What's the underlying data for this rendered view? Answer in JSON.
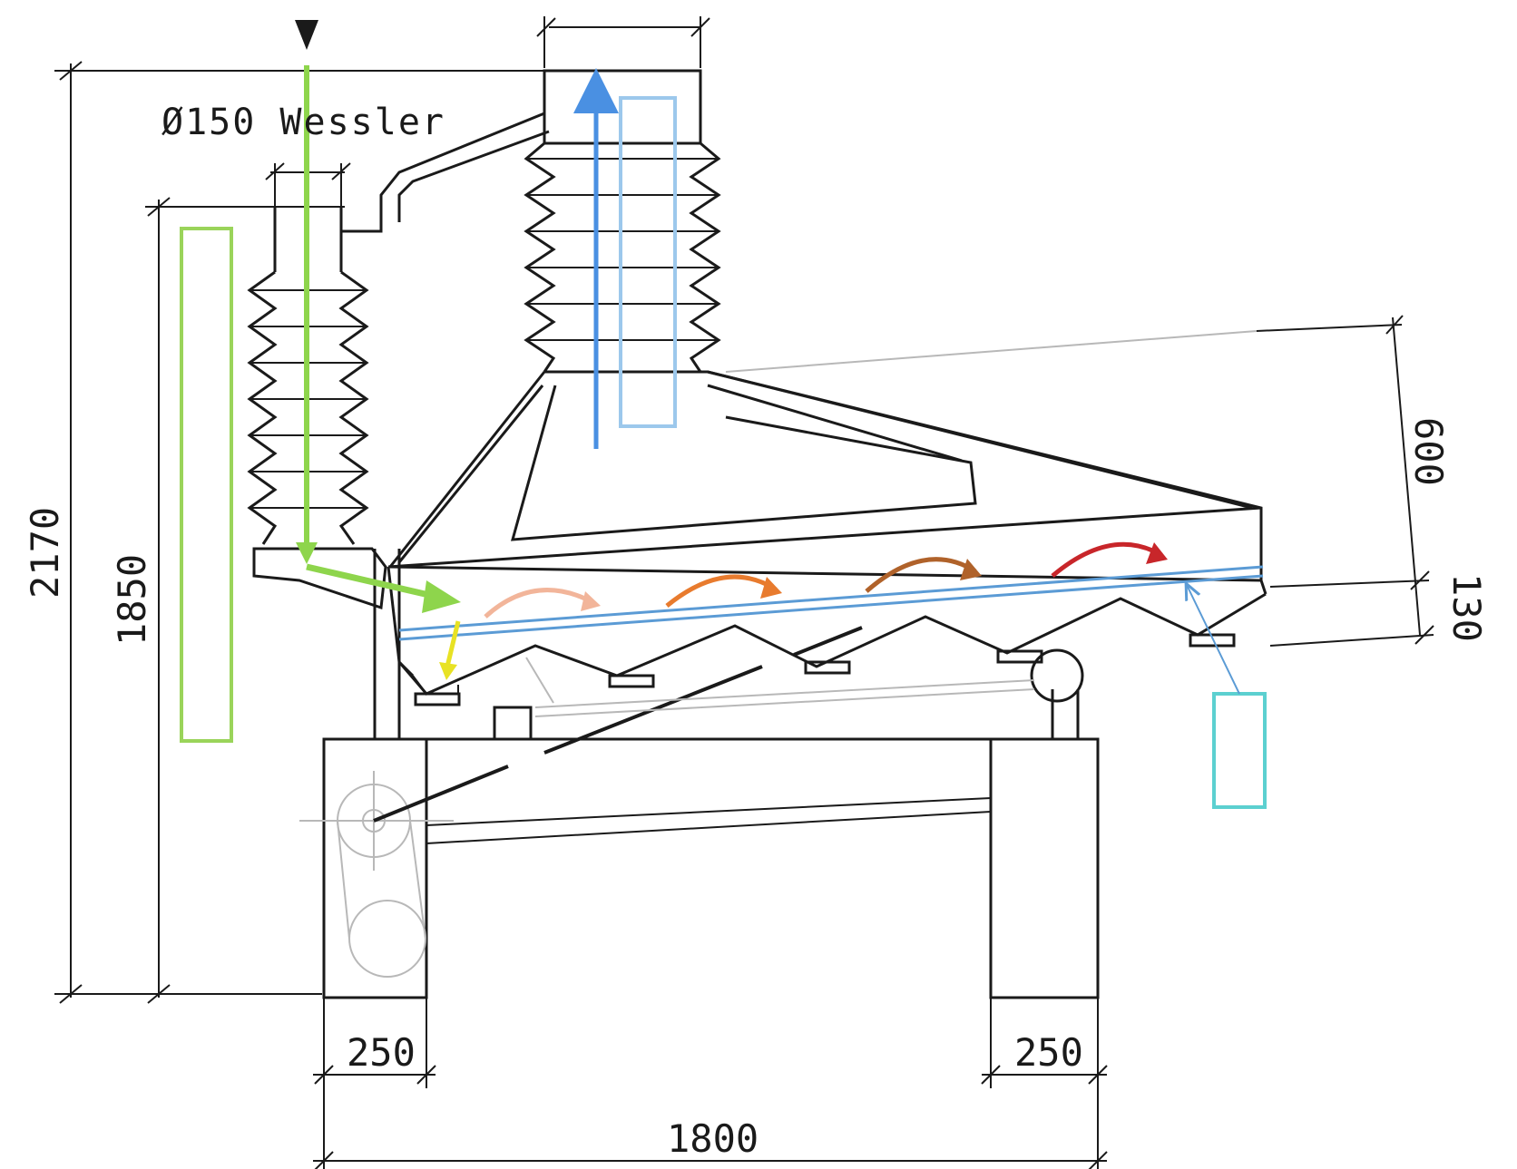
{
  "label": {
    "pipe": "Ø150 Wessler"
  },
  "dimensions": {
    "total_height": "2170",
    "body_height": "1850",
    "aspiration_height": "600",
    "sieve_gap": "130",
    "leg_left_width": "250",
    "leg_right_width": "250",
    "frame_width": "1800"
  },
  "colors": {
    "inlet_flow": "#8ed54c",
    "inlet_box": "#9ad45a",
    "air_outlet_flow": "#4a90e2",
    "air_outlet_box": "#9cc8ec",
    "fines_flow": "#e8e224",
    "screen_line": "#5b9bd5",
    "product_box": "#5cd0d0",
    "arrow_1": "#f2b59a",
    "arrow_2": "#e87b2e",
    "arrow_3": "#b0622a",
    "arrow_4": "#c8262a"
  },
  "icons": {
    "feed": "triangle-down-icon",
    "motor": "pulley-icon"
  }
}
